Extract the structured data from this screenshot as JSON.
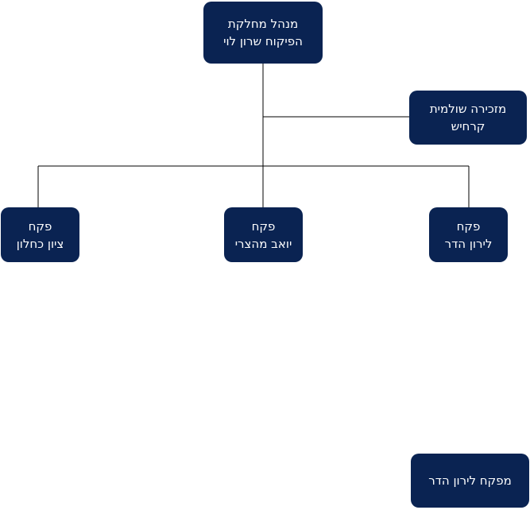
{
  "chart": {
    "nodes": {
      "manager": {
        "line1": "מנהל מחלקת",
        "line2": "הפיקוח שרון לוי"
      },
      "secretary": {
        "line1": "מזכירה שולמית",
        "line2": "קרחיש"
      },
      "inspector_left": {
        "line1": "פקח",
        "line2": "ציון כחלון"
      },
      "inspector_center": {
        "line1": "פקח",
        "line2": "יואב מהצרי"
      },
      "inspector_right": {
        "line1": "פקח",
        "line2": "לירון הדר"
      },
      "supervisor": {
        "line1": "מפקח לירון הדר"
      }
    },
    "colors": {
      "box_fill": "#0a2352",
      "box_text": "#ffffff",
      "connector": "#000000"
    }
  }
}
